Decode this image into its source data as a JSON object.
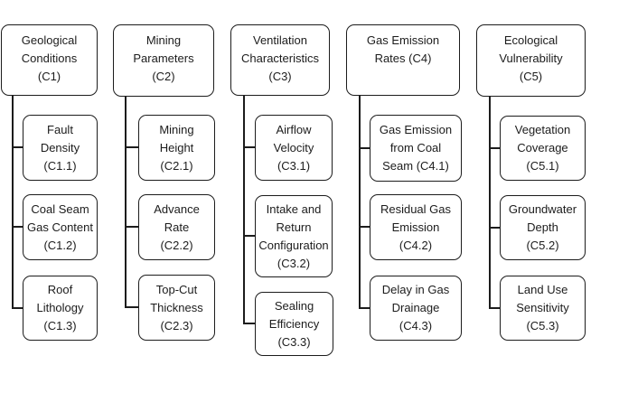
{
  "figure": {
    "type": "hierarchy-diagram",
    "description_visible_text_only": true
  },
  "colors": {
    "box_border": "#1c1c1c",
    "box_fill": "#ffffff",
    "text": "#1c1c1c",
    "connector": "#1c1c1c",
    "background": "#ffffff"
  },
  "diagram": {
    "columns": [
      {
        "id": "C1",
        "parent": {
          "label": "Geological\nConditions\n(C1)"
        },
        "children": [
          {
            "id": "C1.1",
            "label": "Fault\nDensity\n(C1.1)"
          },
          {
            "id": "C1.2",
            "label": "Coal Seam\nGas Content\n(C1.2)"
          },
          {
            "id": "C1.3",
            "label": "Roof\nLithology\n(C1.3)"
          }
        ]
      },
      {
        "id": "C2",
        "parent": {
          "label": "Mining\nParameters\n(C2)"
        },
        "children": [
          {
            "id": "C2.1",
            "label": "Mining\nHeight\n(C2.1)"
          },
          {
            "id": "C2.2",
            "label": "Advance\nRate\n(C2.2)"
          },
          {
            "id": "C2.3",
            "label": "Top-Cut\nThickness\n(C2.3)"
          }
        ]
      },
      {
        "id": "C3",
        "parent": {
          "label": "Ventilation\nCharacteristics\n(C3)"
        },
        "children": [
          {
            "id": "C3.1",
            "label": "Airflow\nVelocity\n(C3.1)"
          },
          {
            "id": "C3.2",
            "label": "Intake and\nReturn\nConfiguration\n(C3.2)"
          },
          {
            "id": "C3.3",
            "label": "Sealing\nEfficiency\n(C3.3)"
          }
        ]
      },
      {
        "id": "C4",
        "parent": {
          "label": "Gas Emission\nRates (C4)"
        },
        "children": [
          {
            "id": "C4.1",
            "label": "Gas Emission\nfrom Coal\nSeam (C4.1)"
          },
          {
            "id": "C4.2",
            "label": "Residual Gas\nEmission\n(C4.2)"
          },
          {
            "id": "C4.3",
            "label": "Delay in Gas\nDrainage\n(C4.3)"
          }
        ]
      },
      {
        "id": "C5",
        "parent": {
          "label": "Ecological\nVulnerability\n(C5)"
        },
        "children": [
          {
            "id": "C5.1",
            "label": "Vegetation\nCoverage\n(C5.1)"
          },
          {
            "id": "C5.2",
            "label": "Groundwater\nDepth\n(C5.2)"
          },
          {
            "id": "C5.3",
            "label": "Land Use\nSensitivity\n(C5.3)"
          }
        ]
      }
    ]
  }
}
